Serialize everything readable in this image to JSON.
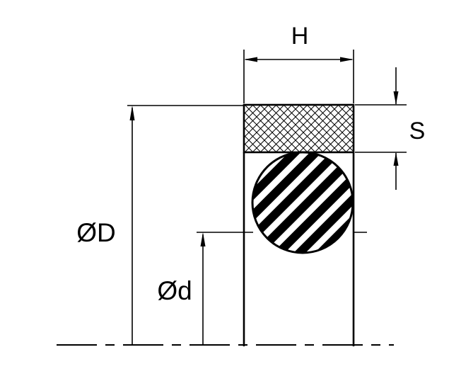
{
  "diagram": {
    "labels": {
      "width": "H",
      "cross_section_height": "S",
      "outer_diameter": "ØD",
      "inner_diameter": "Ød"
    },
    "colors": {
      "line": "#000000",
      "background": "#ffffff"
    }
  }
}
